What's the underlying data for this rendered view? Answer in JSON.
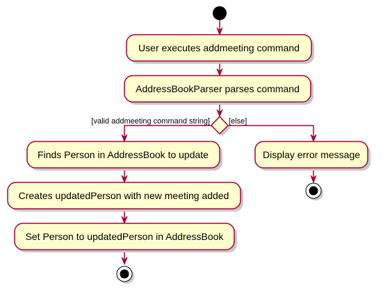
{
  "diagram": {
    "type": "activity",
    "colors": {
      "node_fill": "#FEFECE",
      "node_border": "#A80036",
      "edge": "#A80036",
      "start_end": "#000000"
    },
    "start": "start",
    "actions": {
      "a1": "User executes addmeeting command",
      "a2": "AddressBookParser parses command",
      "a3": "Finds Person in AddressBook to update",
      "a4": "Creates updatedPerson with new meeting added",
      "a5": "Set Person to updatedPerson in AddressBook",
      "a6": "Display error message"
    },
    "decision": {
      "guard_true": "[valid addmeeting command string]",
      "guard_false": "[else]"
    },
    "edges": [
      [
        "start",
        "a1"
      ],
      [
        "a1",
        "a2"
      ],
      [
        "a2",
        "decision"
      ],
      [
        "decision",
        "a3"
      ],
      [
        "decision",
        "a6"
      ],
      [
        "a3",
        "a4"
      ],
      [
        "a4",
        "a5"
      ],
      [
        "a5",
        "end1"
      ],
      [
        "a6",
        "end2"
      ]
    ]
  }
}
